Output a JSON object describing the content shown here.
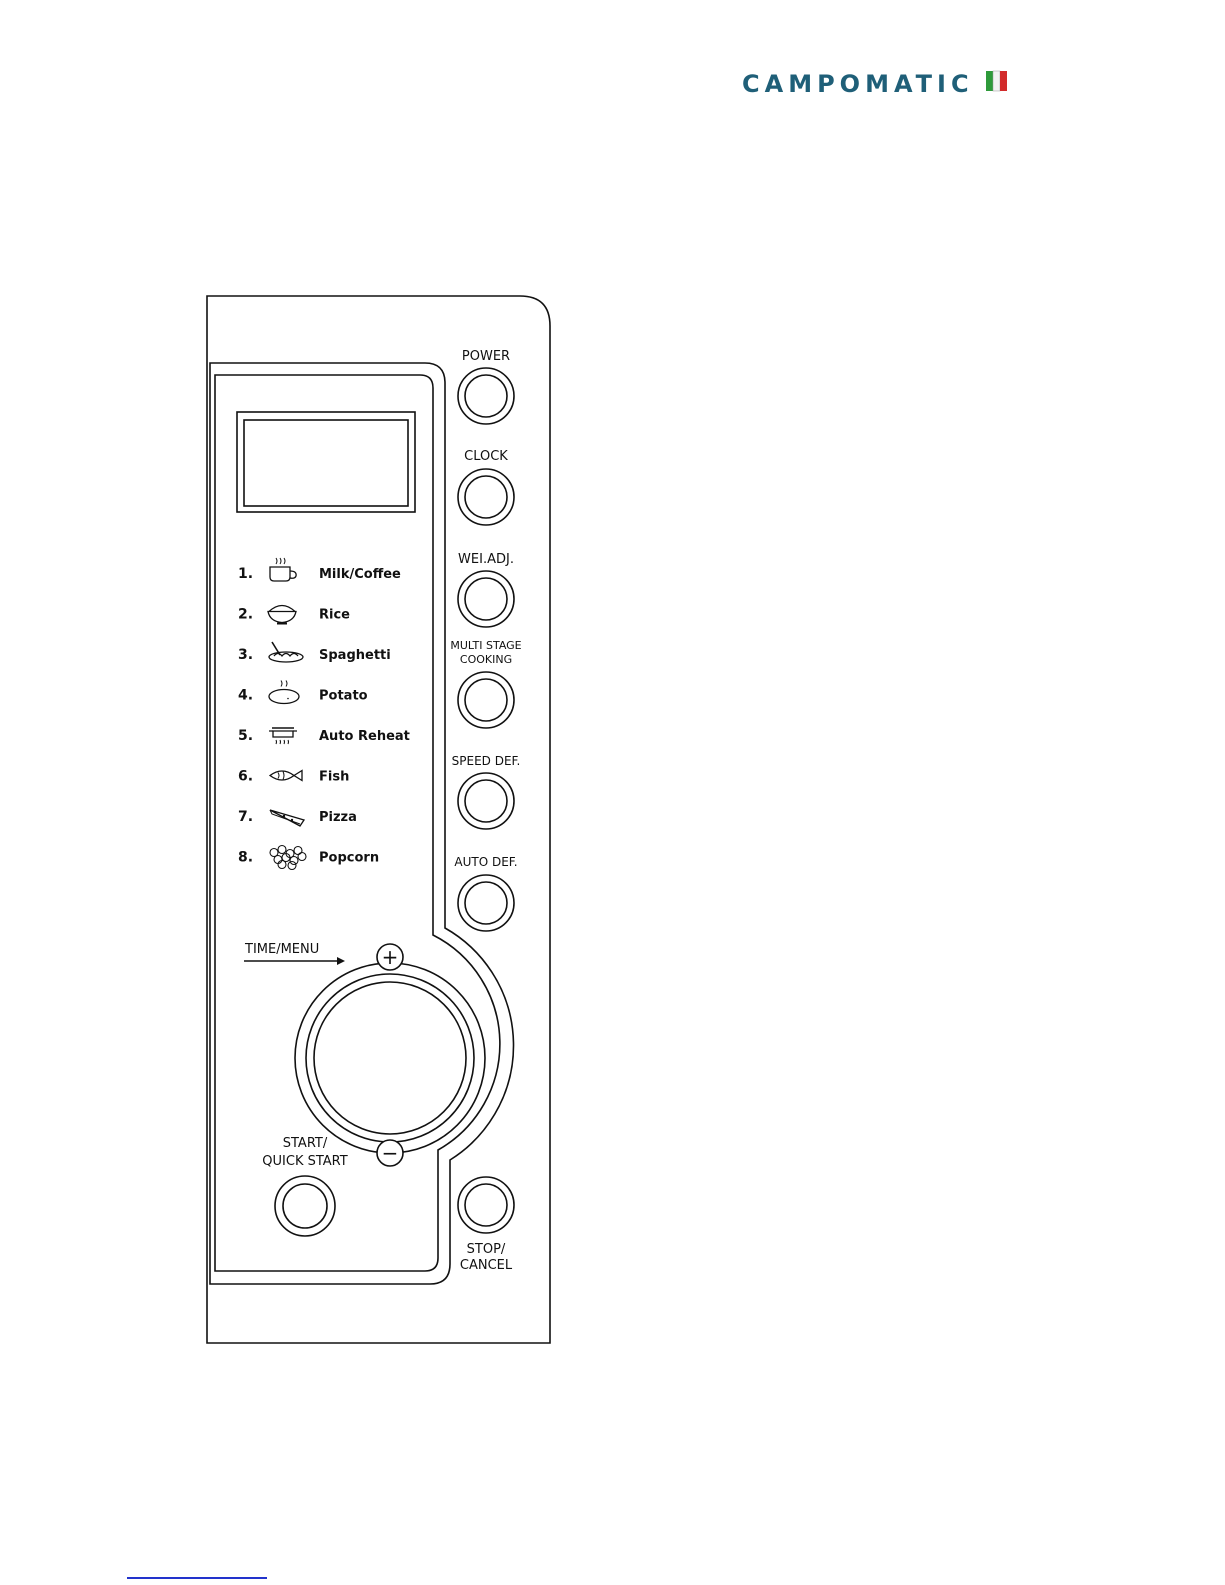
{
  "brand": {
    "name": "CAMPOMATIC",
    "text_color": "#1f5f78",
    "flag_colors": [
      "#2e9a3a",
      "#f2f2f2",
      "#d22b2b"
    ]
  },
  "buttons": {
    "power": "POWER",
    "clock": "CLOCK",
    "wei_adj": "WEI.ADJ.",
    "multi_stage_line1": "MULTI STAGE",
    "multi_stage_line2": "COOKING",
    "speed_def": "SPEED DEF.",
    "auto_def": "AUTO DEF.",
    "stop_line1": "STOP/",
    "stop_line2": "CANCEL",
    "start_line1": "START/",
    "start_line2": "QUICK START"
  },
  "dial": {
    "label": "TIME/MENU",
    "plus": "+",
    "minus": "−"
  },
  "menu": [
    {
      "num": "1.",
      "icon": "cup-icon",
      "label": "Milk/Coffee"
    },
    {
      "num": "2.",
      "icon": "rice-bowl-icon",
      "label": "Rice"
    },
    {
      "num": "3.",
      "icon": "spaghetti-icon",
      "label": "Spaghetti"
    },
    {
      "num": "4.",
      "icon": "potato-icon",
      "label": "Potato"
    },
    {
      "num": "5.",
      "icon": "pot-icon",
      "label": "Auto Reheat"
    },
    {
      "num": "6.",
      "icon": "fish-icon",
      "label": "Fish"
    },
    {
      "num": "7.",
      "icon": "pizza-icon",
      "label": "Pizza"
    },
    {
      "num": "8.",
      "icon": "popcorn-icon",
      "label": "Popcorn"
    }
  ]
}
